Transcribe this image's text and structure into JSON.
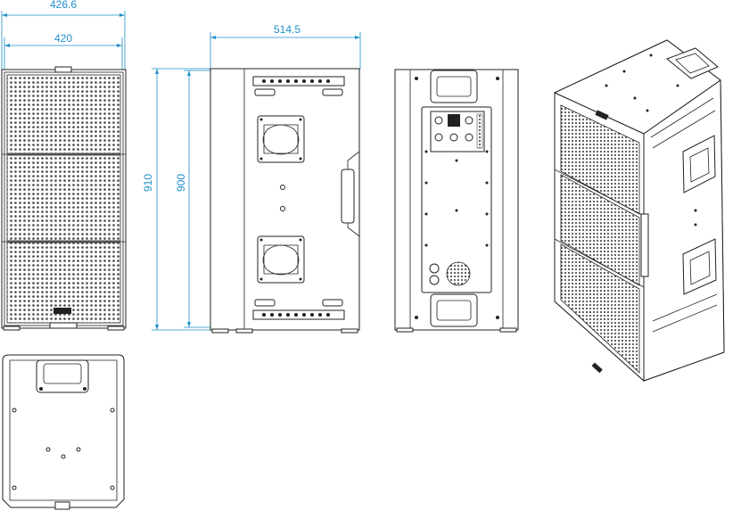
{
  "dimensions": {
    "overall_width": "426.6",
    "cabinet_width": "420",
    "depth": "514.5",
    "overall_height": "910",
    "cabinet_height": "900"
  },
  "views": [
    {
      "name": "front-view"
    },
    {
      "name": "side-view"
    },
    {
      "name": "rear-view"
    },
    {
      "name": "top-view"
    },
    {
      "name": "isometric-view"
    }
  ],
  "colors": {
    "dimension": "#1f8fc9",
    "outline": "#222222",
    "grille": "#444444"
  }
}
